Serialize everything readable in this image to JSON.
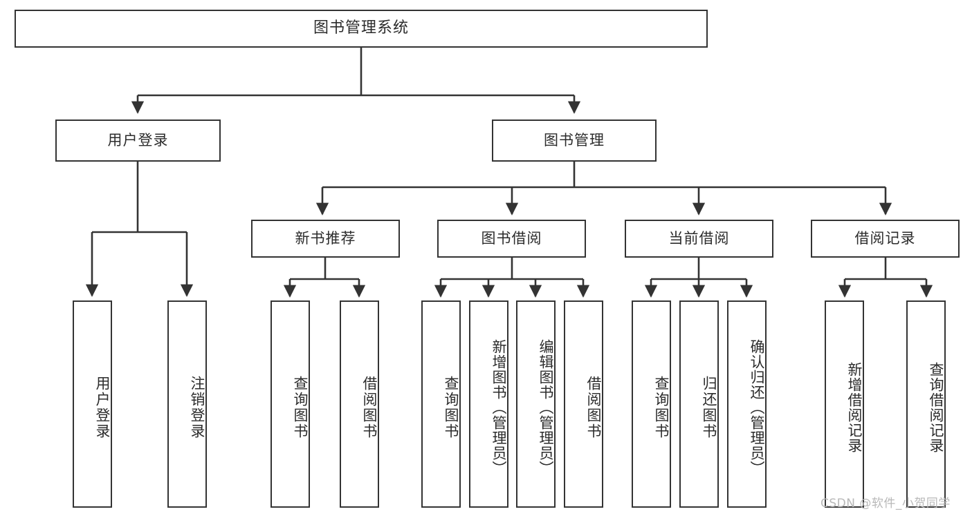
{
  "diagram": {
    "title": "图书管理系统",
    "type": "tree",
    "watermark": "CSDN @软件_小贺同学",
    "line_color": "#333333",
    "box_fill": "#ffffff",
    "text_color": "#2b2b2b"
  },
  "nodes": {
    "root": {
      "label": "图书管理系统"
    },
    "level1": [
      {
        "label": "用户登录"
      },
      {
        "label": "图书管理"
      }
    ],
    "login_children": [
      {
        "label": "用户登录"
      },
      {
        "label": "注销登录"
      }
    ],
    "level2": [
      {
        "label": "新书推荐"
      },
      {
        "label": "图书借阅"
      },
      {
        "label": "当前借阅"
      },
      {
        "label": "借阅记录"
      }
    ],
    "newbook_children": [
      {
        "label": "查询图书"
      },
      {
        "label": "借阅图书"
      }
    ],
    "borrow_children": [
      {
        "label": "查询图书"
      },
      {
        "label": "新增图书（管理员）"
      },
      {
        "label": "编辑图书（管理员）"
      },
      {
        "label": "借阅图书"
      }
    ],
    "current_children": [
      {
        "label": "查询图书"
      },
      {
        "label": "归还图书"
      },
      {
        "label": "确认归还（管理员）"
      }
    ],
    "record_children": [
      {
        "label": "新增借阅记录"
      },
      {
        "label": "查询借阅记录"
      }
    ]
  }
}
